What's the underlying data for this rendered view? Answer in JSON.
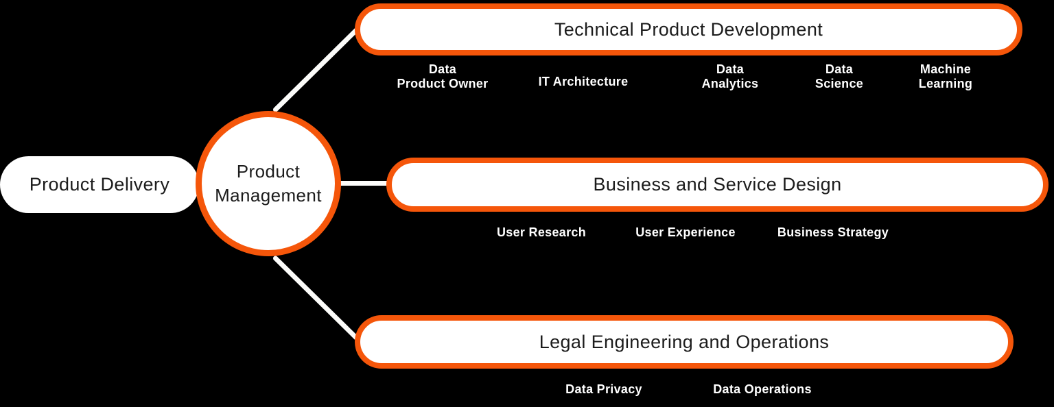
{
  "colors": {
    "background": "#000000",
    "accent_orange": "#F5560A",
    "node_fill": "#FFFFFF",
    "title_text": "#1C1C1C",
    "child_label_text": "#FFFFFF",
    "connector": "#FCFCFA"
  },
  "left_node": {
    "label": "Product Delivery"
  },
  "root": {
    "label": "Product Management"
  },
  "branches": [
    {
      "title": "Technical Product Development",
      "children": [
        {
          "lines": [
            "Data",
            "Product Owner"
          ]
        },
        {
          "lines": [
            "IT Architecture"
          ]
        },
        {
          "lines": [
            "Data",
            "Analytics"
          ]
        },
        {
          "lines": [
            "Data",
            "Science"
          ]
        },
        {
          "lines": [
            "Machine",
            "Learning"
          ]
        }
      ]
    },
    {
      "title": "Business and Service Design",
      "children": [
        {
          "lines": [
            "User Research"
          ]
        },
        {
          "lines": [
            "User Experience"
          ]
        },
        {
          "lines": [
            "Business Strategy"
          ]
        }
      ]
    },
    {
      "title": "Legal Engineering and Operations",
      "children": [
        {
          "lines": [
            "Data Privacy"
          ]
        },
        {
          "lines": [
            "Data Operations"
          ]
        }
      ]
    }
  ]
}
